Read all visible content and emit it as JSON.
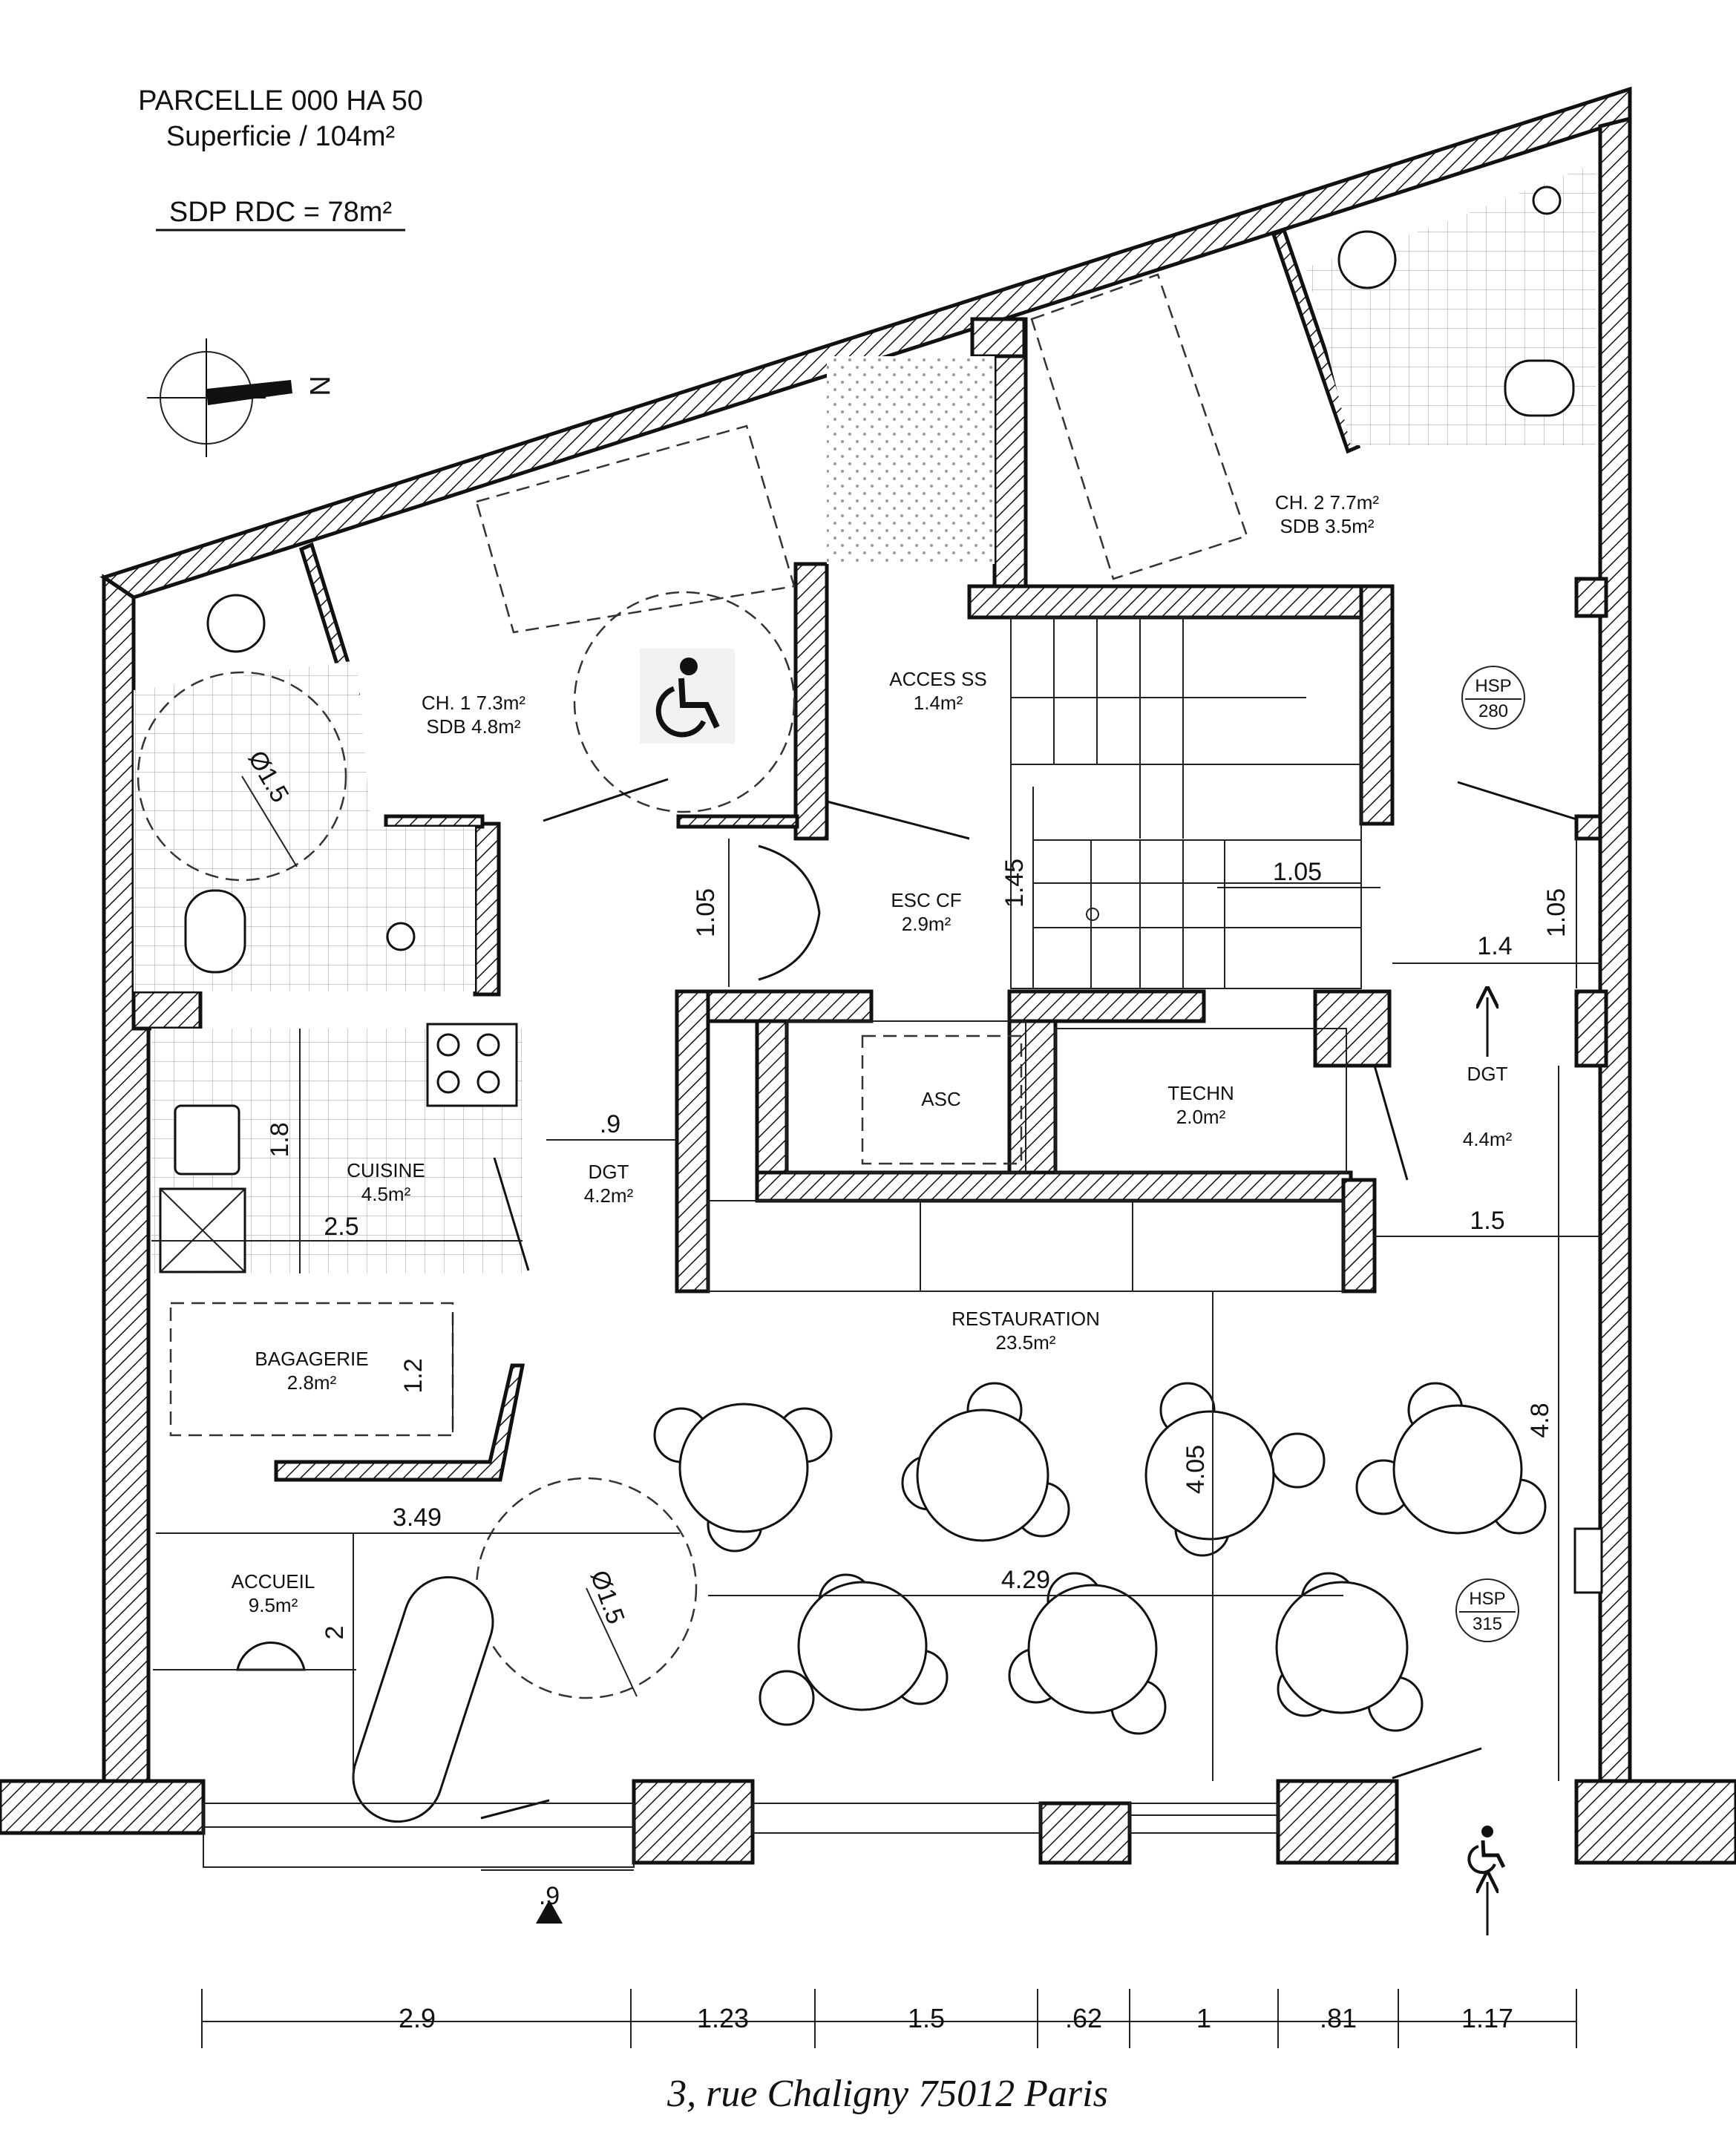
{
  "header": {
    "parcel": "PARCELLE 000 HA 50",
    "surface": "Superficie / 104m²",
    "sdp": "SDP RDC = 78m²"
  },
  "north_label": "N",
  "address": "3, rue Chaligny 75012 Paris",
  "rooms": {
    "ch1": {
      "name": "CH. 1 7.3m²",
      "area": "SDB 4.8m²"
    },
    "ch2": {
      "name": "CH. 2 7.7m²",
      "area": "SDB 3.5m²"
    },
    "acces": {
      "name": "ACCES SS",
      "area": "1.4m²"
    },
    "esc": {
      "name": "ESC CF",
      "area": "2.9m²"
    },
    "asc": {
      "name": "ASC"
    },
    "techn": {
      "name": "TECHN",
      "area": "2.0m²"
    },
    "dgt_right": {
      "name": "DGT",
      "area": "4.4m²"
    },
    "cuisine": {
      "name": "CUISINE",
      "area": "4.5m²"
    },
    "dgt_center": {
      "name": "DGT",
      "area": "4.2m²"
    },
    "bagagerie": {
      "name": "BAGAGERIE",
      "area": "2.8m²"
    },
    "restauration": {
      "name": "RESTAURATION",
      "area": "23.5m²"
    },
    "accueil": {
      "name": "ACCUEIL",
      "area": "9.5m²"
    }
  },
  "hsp": [
    {
      "label": "HSP",
      "value": "280"
    },
    {
      "label": "HSP",
      "value": "315"
    }
  ],
  "dimensions": {
    "d105_left": "1.05",
    "d145": "1.45",
    "d105_stair": "1.05",
    "d105_right": "1.05",
    "d14": "1.4",
    "d09_dgt": ".9",
    "d18": "1.8",
    "d25": "2.5",
    "d15_right": "1.5",
    "d12": "1.2",
    "d48": "4.8",
    "d349": "3.49",
    "d405": "4.05",
    "d429": "4.29",
    "d2": "2",
    "d09_entry": ".9",
    "circle_left": "Ø1.5",
    "circle_accueil": "Ø1.5"
  },
  "facade_dims": [
    "2.9",
    "1.23",
    "1.5",
    ".62",
    "1",
    ".81",
    "1.17"
  ]
}
